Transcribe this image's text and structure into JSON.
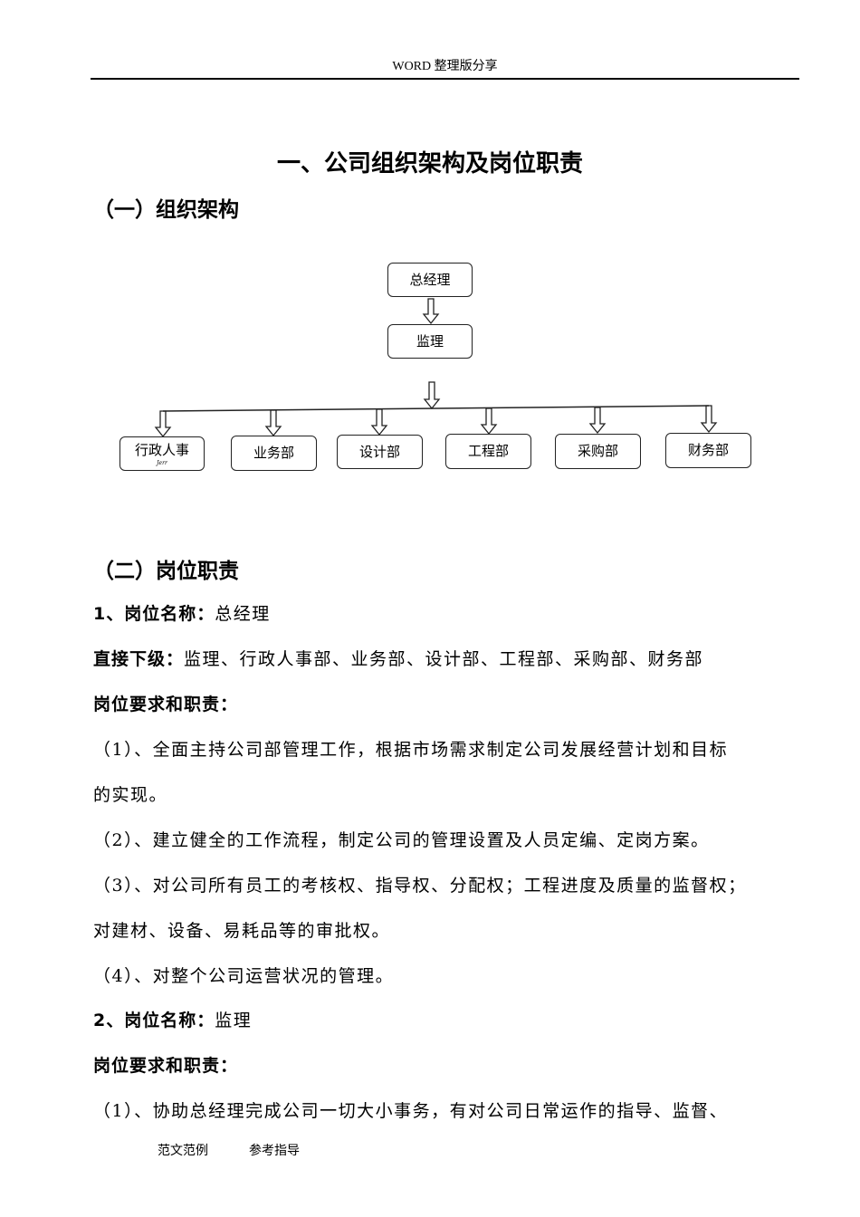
{
  "header": {
    "text": "WORD 整理版分享"
  },
  "title": "一、公司组织架构及岗位职责",
  "section1": "（一）组织架构",
  "org": {
    "top": "总经理",
    "middle": "监理",
    "departments": [
      {
        "label": "行政人事",
        "sub": "Jerr"
      },
      {
        "label": "业务部"
      },
      {
        "label": "设计部"
      },
      {
        "label": "工程部"
      },
      {
        "label": "采购部"
      },
      {
        "label": "财务部"
      }
    ]
  },
  "section2": "（二）岗位职责",
  "p1": {
    "label": "1、岗位名称：",
    "value": "总经理"
  },
  "p2": {
    "label": "直接下级：",
    "value": "监理、行政人事部、业务部、设计部、工程部、采购部、财务部"
  },
  "p3": "岗位要求和职责：",
  "p4": "（1）、全面主持公司部管理工作，根据市场需求制定公司发展经营计划和目标",
  "p5": "的实现。",
  "p6": "（2）、建立健全的工作流程，制定公司的管理设置及人员定编、定岗方案。",
  "p7": "（3）、对公司所有员工的考核权、指导权、分配权；工程进度及质量的监督权；",
  "p8": "对建材、设备、易耗品等的审批权。",
  "p9": "（4）、对整个公司运营状况的管理。",
  "p10": {
    "label": "2、岗位名称：",
    "value": "监理"
  },
  "p11": "岗位要求和职责：",
  "p12": "（1）、协助总经理完成公司一切大小事务，有对公司日常运作的指导、监督、",
  "footer": {
    "left": "范文范例",
    "right": "参考指导"
  }
}
